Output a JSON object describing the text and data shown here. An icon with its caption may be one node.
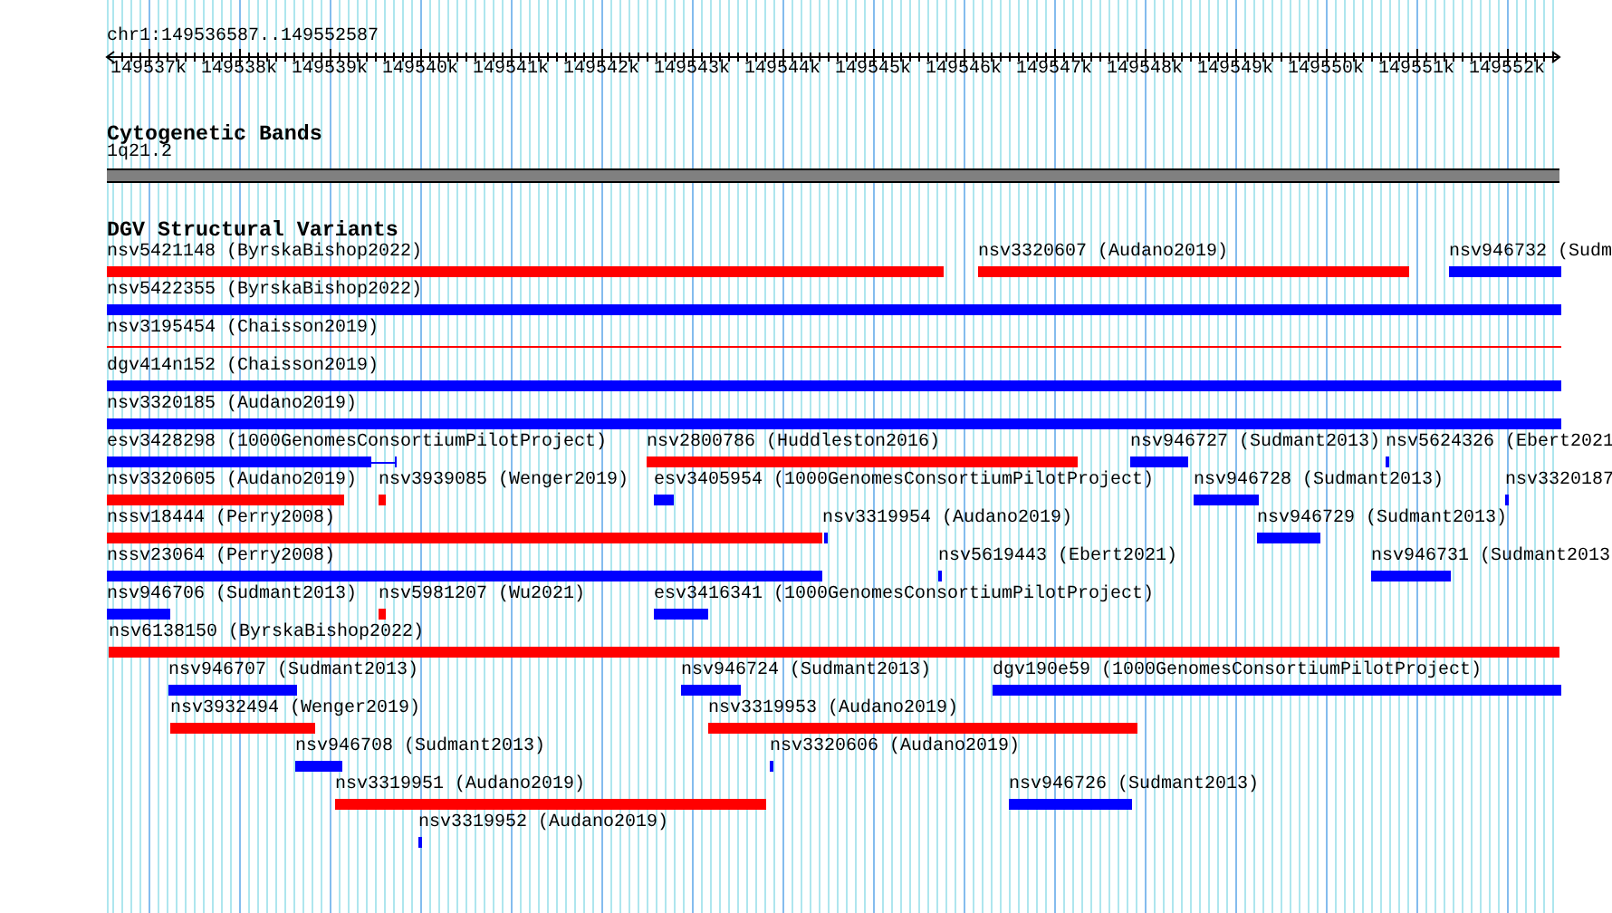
{
  "diagram": {
    "nodes": [
      {
        "text": [
          "1q21.2"
        ]
      },
      {
        "text": [
          "nsv5421148 (ByrskaBishop2022)"
        ]
      },
      {
        "text": [
          "nsv3320607 (Audano2019)"
        ]
      },
      {
        "text": [
          "nsv946732 (Sudm"
        ]
      },
      {
        "text": [
          "nsv5422355 (ByrskaBishop2022)"
        ]
      },
      {
        "text": [
          "nsv3195454 (Chaisson2019)"
        ]
      },
      {
        "text": [
          "dgv414n152 (Chaisson2019)"
        ]
      },
      {
        "text": [
          "nsv3320185 (Audano2019)"
        ]
      },
      {
        "text": [
          "esv3428298 (1000GenomesConsortiumPilotProject)"
        ]
      },
      {
        "text": [
          "nsv2800786 (Huddleston2016)"
        ]
      },
      {
        "text": [
          "nsv946727 (Sudmant2013)"
        ]
      },
      {
        "text": [
          "nsv5624326 (Ebert2021"
        ]
      },
      {
        "text": [
          "nsv3320605 (Audano2019)"
        ]
      },
      {
        "text": [
          "nsv3939085 (Wenger2019)"
        ]
      },
      {
        "text": [
          "esv3405954 (1000GenomesConsortiumPilotProject)"
        ]
      },
      {
        "text": [
          "nsv946728 (Sudmant2013)"
        ]
      },
      {
        "text": [
          "nsv3320187"
        ]
      },
      {
        "text": [
          "nssv18444 (Perry2008)"
        ]
      },
      {
        "text": [
          "nsv3319954 (Audano2019)"
        ]
      },
      {
        "text": [
          "nsv946729 (Sudmant2013)"
        ]
      },
      {
        "text": [
          "nssv23064 (Perry2008)"
        ]
      },
      {
        "text": [
          "nsv5619443 (Ebert2021)"
        ]
      },
      {
        "text": [
          "nsv946731 (Sudmant2013"
        ]
      },
      {
        "text": [
          "nsv946706 (Sudmant2013)"
        ]
      },
      {
        "text": [
          "nsv5981207 (Wu2021)"
        ]
      },
      {
        "text": [
          "esv3416341 (1000GenomesConsortiumPilotProject)"
        ]
      },
      {
        "text": [
          "nsv6138150 (ByrskaBishop2022)"
        ]
      },
      {
        "text": [
          "nsv946707 (Sudmant2013)"
        ]
      },
      {
        "text": [
          "nsv946724 (Sudmant2013)"
        ]
      },
      {
        "text": [
          "dgv190e59 (1000GenomesConsortiumPilotProject)"
        ]
      },
      {
        "text": [
          "nsv3932494 (Wenger2019)"
        ]
      },
      {
        "text": [
          "nsv3319953 (Audano2019)"
        ]
      },
      {
        "text": [
          "nsv946708 (Sudmant2013)"
        ]
      },
      {
        "text": [
          "nsv3320606 (Audano2019)"
        ]
      },
      {
        "text": [
          "nsv3319951 (Audano2019)"
        ]
      },
      {
        "text": [
          "nsv946726 (Sudmant2013)"
        ]
      },
      {
        "text": [
          "nsv3319952 (Audano2019)"
        ]
      }
    ],
    "labels": [
      "chr1:149536587..149552587",
      "149537k",
      "149538k",
      "149539k",
      "149540k",
      "149541k",
      "149542k",
      "149543k",
      "149544k",
      "149545k",
      "149546k",
      "149547k",
      "149548k",
      "149549k",
      "149550k",
      "149551k",
      "149552k",
      "Cytogenetic Bands",
      "DGV Structural Variants"
    ]
  }
}
